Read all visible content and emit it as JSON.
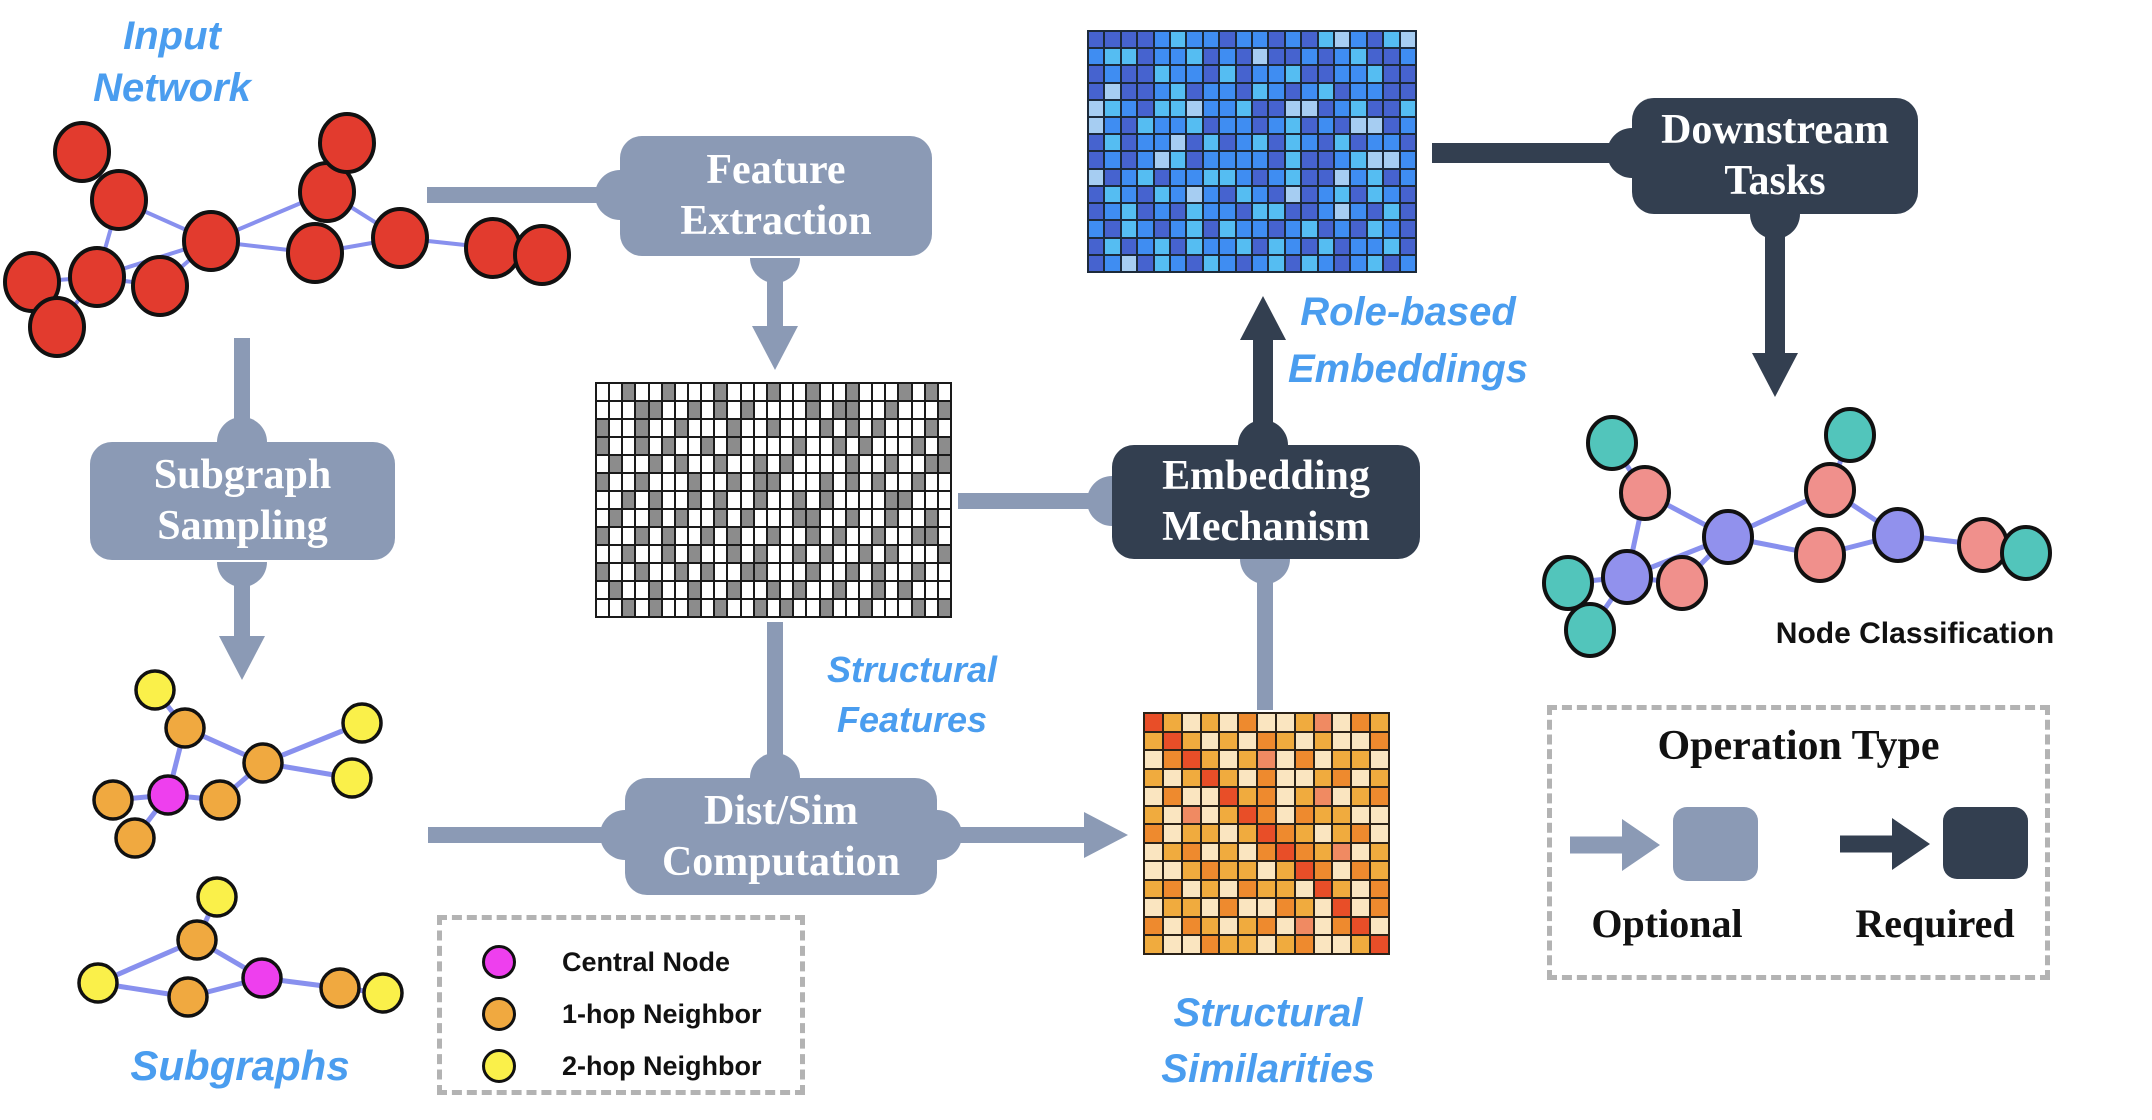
{
  "colors": {
    "optional": "#8b9ab5",
    "required": "#333f50",
    "blue_text": "#4a9def",
    "edge": "#8890ee",
    "node_red": "#e23b2e",
    "node_teal": "#52c5bb",
    "node_pink": "#f0908c",
    "node_purple": "#9191ed",
    "node_magenta": "#ee3fee",
    "node_orange": "#f0a940",
    "node_yellow": "#faf04a",
    "node_stroke": "#111111"
  },
  "labels": {
    "input_network": {
      "line1": "Input",
      "line2": "Network"
    },
    "structural_features": {
      "line1": "Structural",
      "line2": "Features"
    },
    "subgraphs": "Subgraphs",
    "structural_similarities": {
      "line1": "Structural",
      "line2": "Similarities"
    },
    "role_based": {
      "line1": "Role-based",
      "line2": "Embeddings"
    },
    "node_classification": "Node Classification"
  },
  "boxes": {
    "feature_extraction": {
      "line1": "Feature",
      "line2": "Extraction",
      "type": "optional"
    },
    "subgraph_sampling": {
      "line1": "Subgraph",
      "line2": "Sampling",
      "type": "optional"
    },
    "dist_sim": {
      "line1": "Dist/Sim",
      "line2": "Computation",
      "type": "optional"
    },
    "embedding_mechanism": {
      "line1": "Embedding",
      "line2": "Mechanism",
      "type": "required"
    },
    "downstream_tasks": {
      "line1": "Downstream",
      "line2": "Tasks",
      "type": "required"
    }
  },
  "graphs": {
    "input-network": {
      "rx": 27,
      "ry": 29,
      "stroke_w": 4,
      "edge_w": 4,
      "nodes": [
        [
          82,
          152,
          "node_red"
        ],
        [
          119,
          200,
          "node_red"
        ],
        [
          211,
          241,
          "node_red"
        ],
        [
          97,
          277,
          "node_red"
        ],
        [
          32,
          282,
          "node_red"
        ],
        [
          160,
          286,
          "node_red"
        ],
        [
          57,
          327,
          "node_red"
        ],
        [
          327,
          192,
          "node_red"
        ],
        [
          347,
          143,
          "node_red"
        ],
        [
          315,
          253,
          "node_red"
        ],
        [
          400,
          238,
          "node_red"
        ],
        [
          493,
          248,
          "node_red"
        ],
        [
          542,
          255,
          "node_red"
        ]
      ],
      "edges": [
        [
          0,
          1
        ],
        [
          1,
          2
        ],
        [
          1,
          3
        ],
        [
          2,
          3
        ],
        [
          2,
          5
        ],
        [
          2,
          7
        ],
        [
          2,
          9
        ],
        [
          3,
          4
        ],
        [
          3,
          5
        ],
        [
          3,
          6
        ],
        [
          7,
          8
        ],
        [
          7,
          10
        ],
        [
          9,
          10
        ],
        [
          10,
          11
        ],
        [
          11,
          12
        ]
      ]
    },
    "subgraph-1": {
      "rx": 19,
      "ry": 19,
      "stroke_w": 3.5,
      "edge_w": 5,
      "nodes": [
        [
          155,
          690,
          "node_yellow"
        ],
        [
          185,
          728,
          "node_orange"
        ],
        [
          168,
          795,
          "node_magenta"
        ],
        [
          113,
          800,
          "node_orange"
        ],
        [
          135,
          838,
          "node_orange"
        ],
        [
          220,
          800,
          "node_orange"
        ],
        [
          263,
          763,
          "node_orange"
        ],
        [
          362,
          723,
          "node_yellow"
        ],
        [
          352,
          778,
          "node_yellow"
        ]
      ],
      "edges": [
        [
          0,
          1
        ],
        [
          1,
          2
        ],
        [
          1,
          6
        ],
        [
          2,
          3
        ],
        [
          2,
          4
        ],
        [
          2,
          5
        ],
        [
          5,
          6
        ],
        [
          6,
          7
        ],
        [
          6,
          8
        ]
      ]
    },
    "subgraph-2": {
      "rx": 19,
      "ry": 19,
      "stroke_w": 3.5,
      "edge_w": 5,
      "nodes": [
        [
          217,
          897,
          "node_yellow"
        ],
        [
          197,
          940,
          "node_orange"
        ],
        [
          98,
          983,
          "node_yellow"
        ],
        [
          188,
          997,
          "node_orange"
        ],
        [
          262,
          978,
          "node_magenta"
        ],
        [
          340,
          988,
          "node_orange"
        ],
        [
          383,
          993,
          "node_yellow"
        ]
      ],
      "edges": [
        [
          0,
          1
        ],
        [
          1,
          2
        ],
        [
          1,
          4
        ],
        [
          2,
          3
        ],
        [
          3,
          4
        ],
        [
          4,
          5
        ],
        [
          5,
          6
        ]
      ]
    },
    "classified-network": {
      "rx": 24,
      "ry": 26,
      "stroke_w": 4,
      "edge_w": 5,
      "nodes": [
        [
          1612,
          443,
          "node_teal"
        ],
        [
          1645,
          493,
          "node_pink"
        ],
        [
          1627,
          577,
          "node_purple"
        ],
        [
          1568,
          583,
          "node_teal"
        ],
        [
          1590,
          630,
          "node_teal"
        ],
        [
          1682,
          583,
          "node_pink"
        ],
        [
          1728,
          537,
          "node_purple"
        ],
        [
          1830,
          490,
          "node_pink"
        ],
        [
          1850,
          435,
          "node_teal"
        ],
        [
          1820,
          555,
          "node_pink"
        ],
        [
          1898,
          535,
          "node_purple"
        ],
        [
          1983,
          545,
          "node_pink"
        ],
        [
          2026,
          553,
          "node_teal"
        ]
      ],
      "edges": [
        [
          0,
          1
        ],
        [
          1,
          6
        ],
        [
          1,
          2
        ],
        [
          6,
          2
        ],
        [
          6,
          5
        ],
        [
          6,
          7
        ],
        [
          6,
          9
        ],
        [
          2,
          3
        ],
        [
          2,
          5
        ],
        [
          2,
          4
        ],
        [
          7,
          8
        ],
        [
          7,
          10
        ],
        [
          9,
          10
        ],
        [
          10,
          11
        ],
        [
          11,
          12
        ]
      ]
    }
  },
  "matrices": {
    "binary": {
      "palette": [
        "#ffffff",
        "#8c8c8c"
      ],
      "rows": [
        "001001000100010010010001010",
        "000110010101000010110010001",
        "100100100010010001010100010",
        "100101001010000100101000101",
        "010010100100101000010010011",
        "100100010010110001010100100",
        "001010010100100101000011000",
        "010010100101000110010010010",
        "100101001010010010100100110",
        "001001010010100101001010001",
        "100100101001100010010100100",
        "010010010010010100100101000",
        "001010010100101001001000101"
      ]
    },
    "similarity": {
      "palette": [
        "#fae5c0",
        "#f0ab3e",
        "#ee8a2e",
        "#e84e28",
        "#f08a62"
      ],
      "rows": [
        "3101020014021",
        "1310102101002",
        "0231014020110",
        "1013102001201",
        "0200312014012",
        "1040132021100",
        "2011013210120",
        "0120102321401",
        "0012110132021",
        "1201021103102",
        "0110200210302",
        "2021012040230",
        "1002110120013"
      ]
    },
    "embedding": {
      "palette": [
        "#4663cf",
        "#3f8df2",
        "#55bdf2",
        "#a6cdf2"
      ],
      "rows": [
        "00001211011010231023",
        "12201120103001012001",
        "01002110201120011200",
        "03001201102101201100",
        "32102231120033012002",
        "31021120110120103301",
        "02011302012021020110",
        "01013201111020012331",
        "30120112210120031201",
        "02102131021030120210",
        "01201021102200131020",
        "10210120211012010210",
        "02012021120210201120",
        "01302102101202101201"
      ]
    }
  },
  "legend_hop": {
    "items": [
      {
        "label": "Central Node",
        "color": "node_magenta"
      },
      {
        "label": "1-hop Neighbor",
        "color": "node_orange"
      },
      {
        "label": "2-hop Neighbor",
        "color": "node_yellow"
      }
    ]
  },
  "legend_op": {
    "title": "Operation Type",
    "items": [
      {
        "label": "Optional",
        "type": "optional"
      },
      {
        "label": "Required",
        "type": "required"
      }
    ]
  },
  "arrows": [
    {
      "name": "arrow-network-to-feature-extraction",
      "p": [
        427,
        195,
        620,
        195
      ],
      "c": "optional",
      "w": 16,
      "tail": "none",
      "head": "funnel"
    },
    {
      "name": "arrow-network-to-subgraph-sampling",
      "p": [
        242,
        338,
        242,
        442
      ],
      "c": "optional",
      "w": 16,
      "tail": "none",
      "head": "funnel"
    },
    {
      "name": "arrow-feature-extraction-to-features",
      "p": [
        775,
        258,
        775,
        370
      ],
      "c": "optional",
      "w": 16,
      "tail": "funnel",
      "head": "tri"
    },
    {
      "name": "arrow-subgraph-sampling-to-subgraphs",
      "p": [
        242,
        562,
        242,
        680
      ],
      "c": "optional",
      "w": 16,
      "tail": "funnel",
      "head": "tri"
    },
    {
      "name": "arrow-features-to-dist-sim",
      "p": [
        775,
        622,
        775,
        778
      ],
      "c": "optional",
      "w": 16,
      "tail": "none",
      "head": "funnel"
    },
    {
      "name": "arrow-subgraphs-to-dist-sim",
      "p": [
        428,
        835,
        625,
        835
      ],
      "c": "optional",
      "w": 16,
      "tail": "none",
      "head": "funnel"
    },
    {
      "name": "arrow-dist-sim-to-similarities",
      "p": [
        937,
        835,
        1128,
        835
      ],
      "c": "optional",
      "w": 16,
      "tail": "funnel",
      "head": "tri"
    },
    {
      "name": "arrow-features-to-embedding-mechanism",
      "p": [
        958,
        501,
        1112,
        501
      ],
      "c": "optional",
      "w": 16,
      "tail": "none",
      "head": "funnel"
    },
    {
      "name": "arrow-similarities-to-embedding-mechanism",
      "p": [
        1265,
        710,
        1265,
        559
      ],
      "c": "optional",
      "w": 16,
      "tail": "none",
      "head": "funnel"
    },
    {
      "name": "arrow-embedding-mechanism-to-embeddings",
      "p": [
        1263,
        445,
        1263,
        296
      ],
      "c": "required",
      "w": 20,
      "tail": "funnel",
      "head": "tri"
    },
    {
      "name": "arrow-embeddings-to-downstream-tasks",
      "p": [
        1432,
        153,
        1632,
        153
      ],
      "c": "required",
      "w": 20,
      "tail": "none",
      "head": "funnel"
    },
    {
      "name": "arrow-downstream-tasks-to-classification",
      "p": [
        1775,
        214,
        1775,
        397
      ],
      "c": "required",
      "w": 20,
      "tail": "funnel",
      "head": "tri"
    },
    {
      "name": "legend-optional-arrow",
      "p": [
        1570,
        845,
        1660,
        845
      ],
      "c": "optional",
      "w": 17,
      "tail": "none",
      "head": "tri",
      "hl": 38,
      "hw": 26
    },
    {
      "name": "legend-required-arrow",
      "p": [
        1840,
        844,
        1930,
        844
      ],
      "c": "required",
      "w": 17,
      "tail": "none",
      "head": "tri",
      "hl": 38,
      "hw": 26
    }
  ]
}
